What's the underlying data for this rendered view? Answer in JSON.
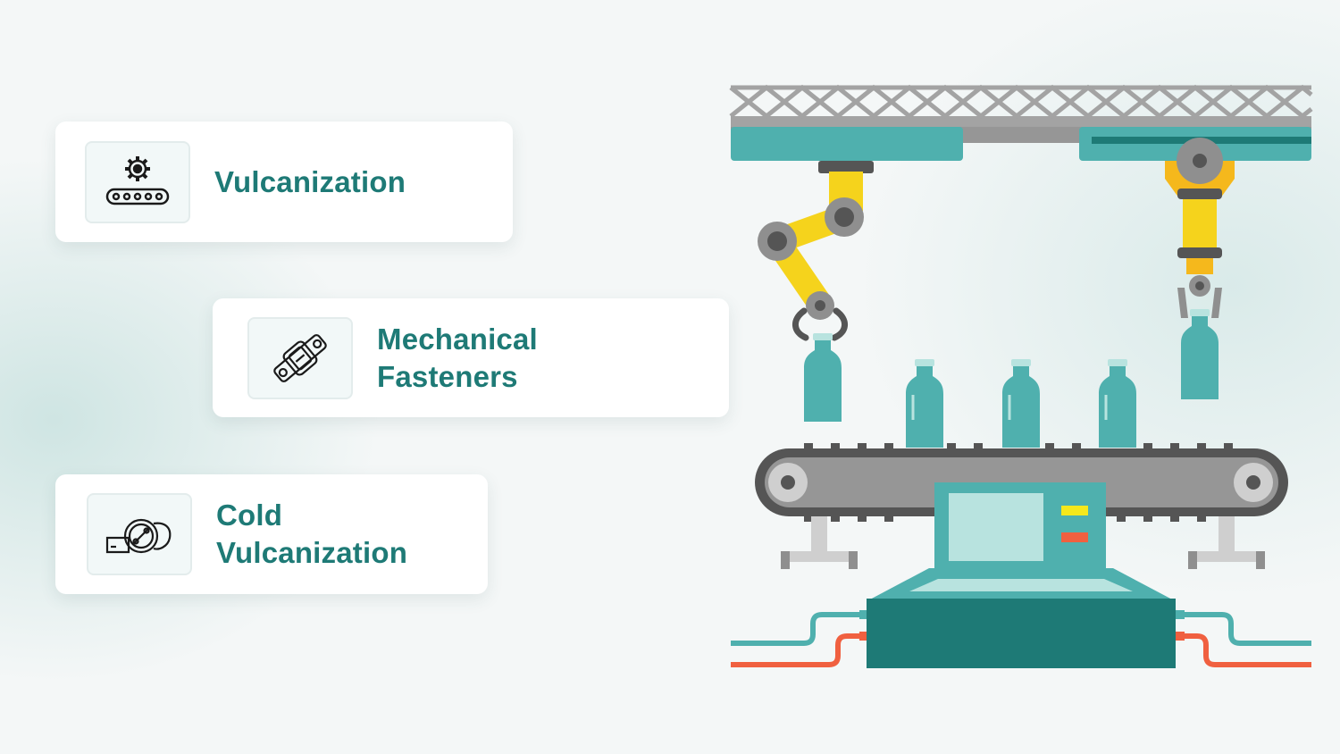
{
  "cards": [
    {
      "label": "Vulcanization",
      "icon": "conveyor-gear-icon"
    },
    {
      "label": "Mechanical\nFasteners",
      "icon": "fastener-plate-icon"
    },
    {
      "label": "Cold\nVulcanization",
      "icon": "cold-vulcanization-icon"
    }
  ],
  "colors": {
    "teal": "#4fb0ae",
    "dark_teal": "#1e7a76",
    "yellow": "#f5d31c",
    "gray": "#8f8f8f",
    "red": "#f06040"
  }
}
